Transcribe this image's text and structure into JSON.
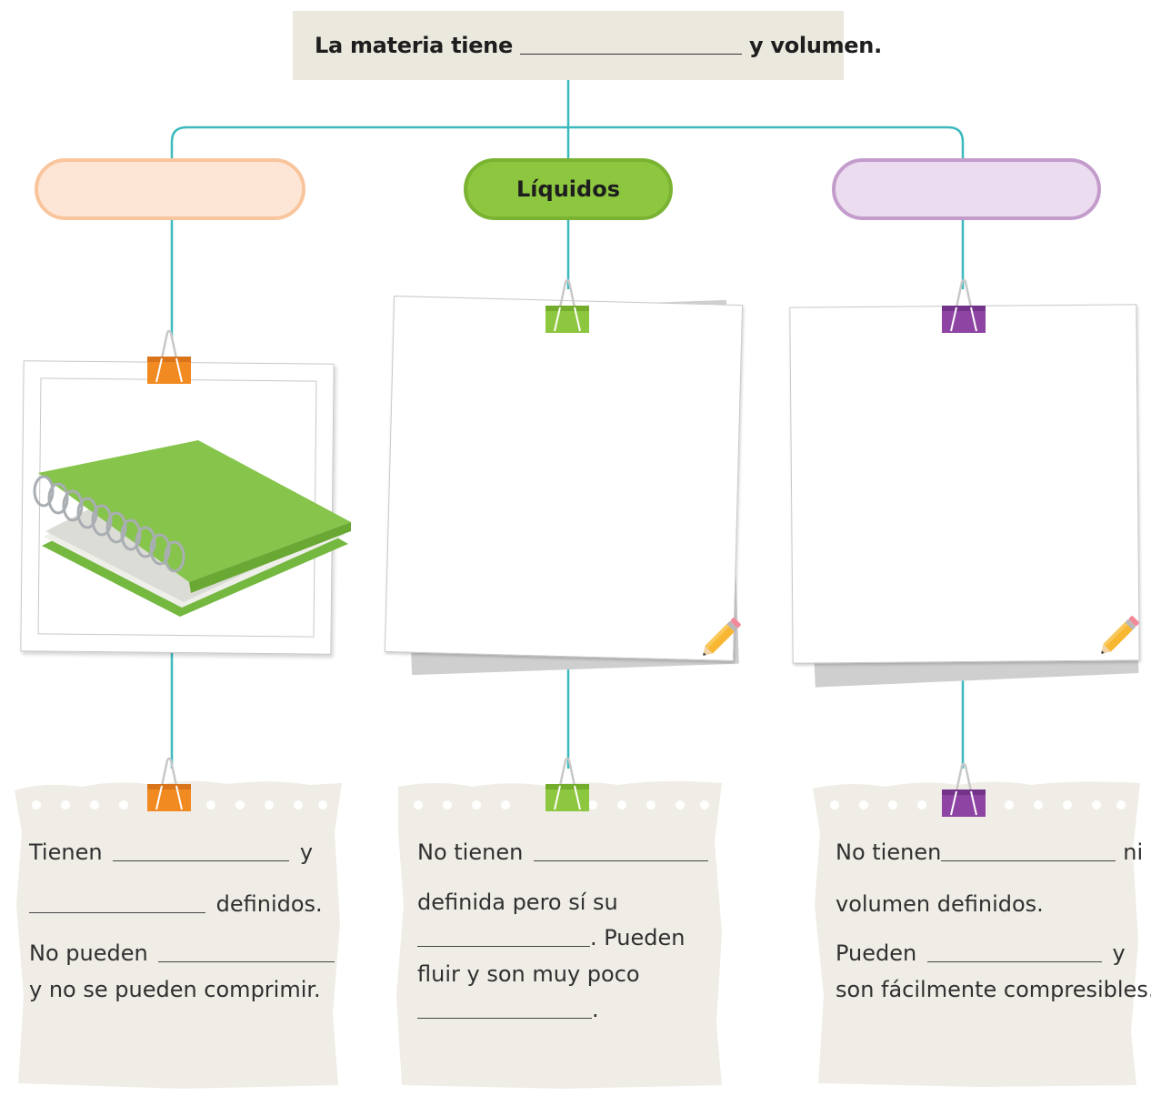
{
  "title": {
    "before": "La materia tiene",
    "after": "y volumen."
  },
  "categories": {
    "solids": "",
    "liquids": "Líquidos",
    "gases": ""
  },
  "colors": {
    "line": "#3bb9bd",
    "solids": "#f39c2b",
    "liquids": "#8dc63f",
    "gases": "#8e44a3",
    "note_bg": "#efede6"
  },
  "notes": {
    "solids": {
      "l1_a": "Tienen",
      "l1_b": "y",
      "l2_b": "definidos.",
      "l3_a": "No pueden",
      "l4": "y no se pueden comprimir."
    },
    "liquids": {
      "l1_a": "No tienen",
      "l2": "definida pero sí su",
      "l3_b": ". Pueden",
      "l4": "fluir y son muy poco",
      "l5_b": "."
    },
    "gases": {
      "l1_a": "No tienen",
      "l1_b": "ni",
      "l2": "volumen definidos.",
      "l3_a": "Pueden",
      "l3_b": "y",
      "l4": "son fácilmente compresibles."
    }
  },
  "icons": [
    "binder-clip-icon",
    "pencil-icon",
    "notebook-image"
  ]
}
